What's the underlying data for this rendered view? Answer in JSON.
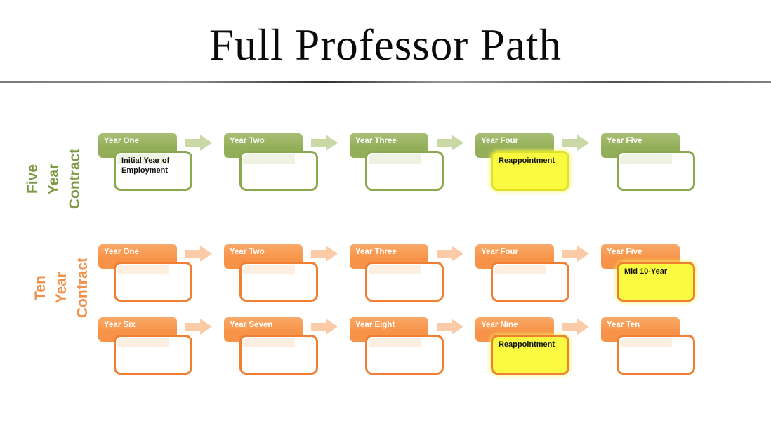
{
  "title": "Full Professor Path",
  "colors": {
    "background": "#ffffff",
    "title_text": "#0a0a0a",
    "divider": "#6e6e6e"
  },
  "sections": [
    {
      "name": "five-year-contract",
      "label_lines": [
        "Five",
        "Year",
        "Contract"
      ],
      "theme": {
        "label_color": "#7C9B44",
        "header_bg": "#93AE58",
        "header_bg_light": "#A7BF74",
        "box_border": "#8AA94E",
        "gloss": "#EDF2E1",
        "arrow": "#CAD8A6",
        "highlight_bg": "#FAFA40",
        "highlight_border": "#DCE02F"
      },
      "rows": [
        {
          "items": [
            {
              "header": "Year One",
              "note": "Initial Year of Employment",
              "note_style": "plain",
              "arrow_after": true
            },
            {
              "header": "Year Two",
              "note": "",
              "note_style": "plain",
              "arrow_after": true
            },
            {
              "header": "Year Three",
              "note": "",
              "note_style": "plain",
              "arrow_after": true
            },
            {
              "header": "Year Four",
              "note": "Reappointment",
              "note_style": "highlight",
              "arrow_after": true
            },
            {
              "header": "Year Five",
              "note": "",
              "note_style": "plain",
              "arrow_after": false
            }
          ]
        }
      ]
    },
    {
      "name": "ten-year-contract",
      "label_lines": [
        "Ten",
        "Year",
        "Contract"
      ],
      "theme": {
        "label_color": "#F2914B",
        "header_bg": "#F79348",
        "header_bg_light": "#F9A968",
        "box_border": "#F07E33",
        "gloss": "#FDEEE2",
        "arrow": "#FACBA6",
        "highlight_bg": "#FAFA40",
        "highlight_border": "#F07E33"
      },
      "rows": [
        {
          "items": [
            {
              "header": "Year One",
              "note": "",
              "note_style": "plain",
              "arrow_after": true
            },
            {
              "header": "Year Two",
              "note": "",
              "note_style": "plain",
              "arrow_after": true
            },
            {
              "header": "Year Three",
              "note": "",
              "note_style": "plain",
              "arrow_after": true
            },
            {
              "header": "Year Four",
              "note": "",
              "note_style": "plain",
              "arrow_after": true
            },
            {
              "header": "Year Five",
              "note": "Mid 10-Year",
              "note_style": "highlight",
              "arrow_after": false
            }
          ]
        },
        {
          "items": [
            {
              "header": "Year Six",
              "note": "",
              "note_style": "plain",
              "arrow_after": true
            },
            {
              "header": "Year Seven",
              "note": "",
              "note_style": "plain",
              "arrow_after": true
            },
            {
              "header": "Year Eight",
              "note": "",
              "note_style": "plain",
              "arrow_after": true
            },
            {
              "header": "Year Nine",
              "note": "Reappointment",
              "note_style": "highlight",
              "arrow_after": true
            },
            {
              "header": "Year Ten",
              "note": "",
              "note_style": "plain",
              "arrow_after": false
            }
          ]
        }
      ]
    }
  ]
}
